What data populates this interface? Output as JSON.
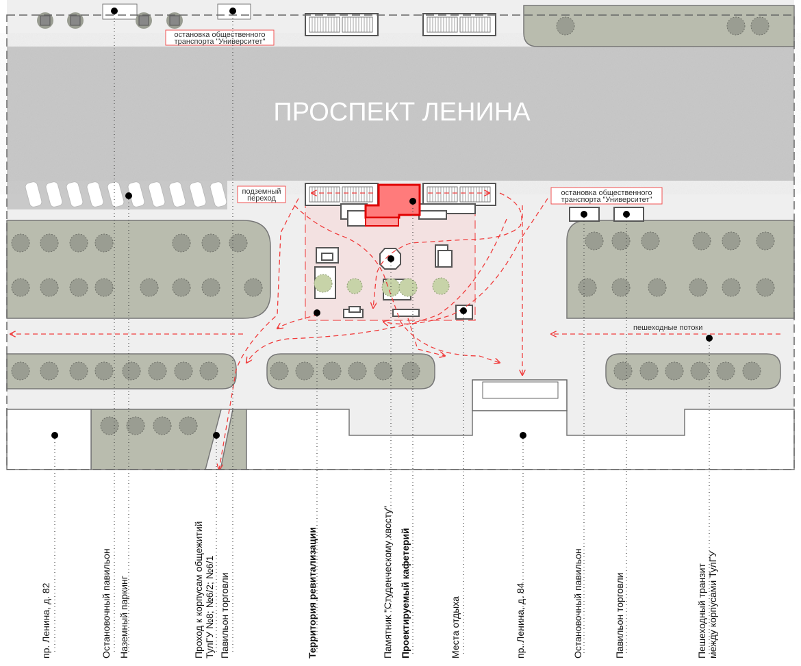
{
  "street_title": "ПРОСПЕКТ ЛЕНИНА",
  "tags": {
    "bus_stop_top": [
      "остановка общественного",
      "транспорта \"Университет\""
    ],
    "bus_stop_right": [
      "остановка общественного",
      "транспорта \"Университет\""
    ],
    "underpass": [
      "подземный",
      "переход"
    ],
    "pedestrian_flows": "пешеходные потоки"
  },
  "labels": [
    {
      "lines": [
        "пр. Ленина, д. 82"
      ],
      "bold": false
    },
    {
      "lines": [
        "Остановочный павильон",
        "Наземный паркинг"
      ],
      "bold": false
    },
    {
      "lines": [
        "Проход к корпусам общежитий",
        "ТулГУ №8; №6/2; №6/1"
      ],
      "bold": false
    },
    {
      "lines": [
        "Павильон торговли"
      ],
      "bold": false
    },
    {
      "lines": [
        "Территория ревитализации"
      ],
      "bold": true
    },
    {
      "lines": [
        "Памятник \"Студенческому хвосту\""
      ],
      "bold": false
    },
    {
      "lines": [
        "Проектируемый кафетерий"
      ],
      "bold": true
    },
    {
      "lines": [
        "Места отдыха"
      ],
      "bold": false
    },
    {
      "lines": [
        "пр. Ленина, д. 84"
      ],
      "bold": false
    },
    {
      "lines": [
        "Остановочный павильон"
      ],
      "bold": false
    },
    {
      "lines": [
        "Павильон торговли"
      ],
      "bold": false
    },
    {
      "lines": [
        "Пешеходный транзит",
        "между корпусами ТулГУ"
      ],
      "bold": false
    }
  ],
  "colors": {
    "road": "#c9c9c9",
    "sidewalk": "#efefef",
    "green": "#b9bcae",
    "tree": "#9a9d92",
    "flow": "#f03c3c",
    "cafe": "#ff7b7b",
    "zone": "#f3e1e1"
  }
}
